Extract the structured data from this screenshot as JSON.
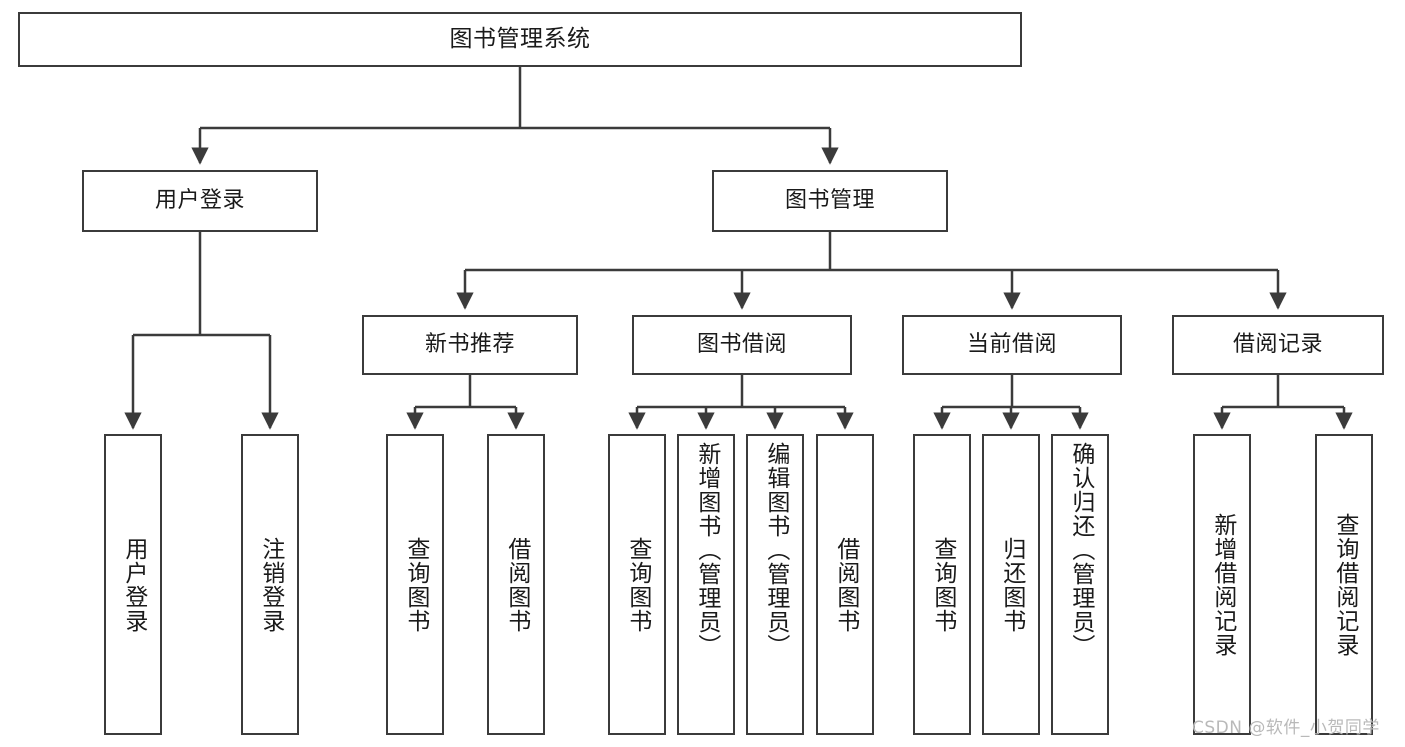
{
  "diagram": {
    "type": "tree-hierarchy",
    "title": "图书管理系统",
    "root": {
      "label": "图书管理系统"
    },
    "level2": [
      {
        "label": "用户登录"
      },
      {
        "label": "图书管理"
      }
    ],
    "level3": [
      {
        "label": "新书推荐"
      },
      {
        "label": "图书借阅"
      },
      {
        "label": "当前借阅"
      },
      {
        "label": "借阅记录"
      }
    ],
    "leaves": {
      "user_login": [
        {
          "label": "用户登录"
        },
        {
          "label": "注销登录"
        }
      ],
      "new_book_recommend": [
        {
          "label": "查询图书"
        },
        {
          "label": "借阅图书"
        }
      ],
      "book_borrow": [
        {
          "label": "查询图书"
        },
        {
          "label": "新增图书（管理员）"
        },
        {
          "label": "编辑图书（管理员）"
        },
        {
          "label": "借阅图书"
        }
      ],
      "current_borrow": [
        {
          "label": "查询图书"
        },
        {
          "label": "归还图书"
        },
        {
          "label": "确认归还（管理员）"
        }
      ],
      "borrow_record": [
        {
          "label": "新增借阅记录"
        },
        {
          "label": "查询借阅记录"
        }
      ]
    }
  },
  "watermark": {
    "text": "CSDN @软件_小贺同学"
  },
  "colors": {
    "stroke": "#3b3b3b",
    "text": "#1a1a1a",
    "background": "#ffffff",
    "watermark": "#b9b9b9"
  }
}
